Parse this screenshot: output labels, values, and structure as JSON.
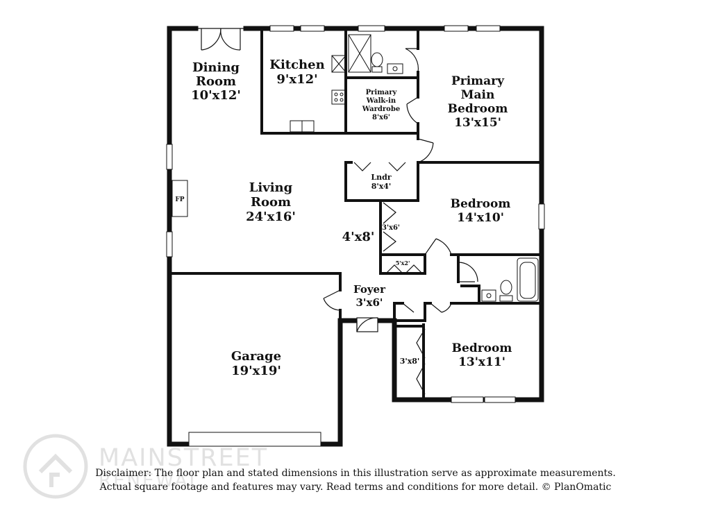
{
  "rooms": {
    "dining": {
      "line1": "Dining",
      "line2": "Room",
      "dims": "10'x12'"
    },
    "kitchen": {
      "name": "Kitchen",
      "dims": "9'x12'"
    },
    "walkin": {
      "line1": "Primary",
      "line2": "Walk-in",
      "line3": "Wardrobe",
      "dims": "8'x6'"
    },
    "primary": {
      "line1": "Primary",
      "line2": "Main",
      "line3": "Bedroom",
      "dims": "13'x15'"
    },
    "living": {
      "line1": "Living",
      "line2": "Room",
      "dims": "24'x16'"
    },
    "fireplace": {
      "label": "FP"
    },
    "laundry": {
      "name": "Lndr",
      "dims": "8'x4'"
    },
    "bedroom2": {
      "name": "Bedroom",
      "dims": "14'x10'"
    },
    "closet_bed2": {
      "dims": "3'x6'"
    },
    "hall": {
      "dims": "4'x8'"
    },
    "linen": {
      "dims": "5'x2'"
    },
    "foyer": {
      "name": "Foyer",
      "dims": "3'x6'"
    },
    "garage": {
      "name": "Garage",
      "dims": "19'x19'"
    },
    "bedroom3": {
      "name": "Bedroom",
      "dims": "13'x11'"
    },
    "closet_bed3": {
      "dims": "3'x8'"
    }
  },
  "disclaimer": {
    "line1": "Disclaimer: The floor plan and stated dimensions in this illustration serve as approximate measurements.",
    "line2": "Actual square footage and features may vary. Read terms and conditions for more detail. © PlanOmatic"
  },
  "watermark": {
    "name": "MAINSTREET",
    "sub": "RENEWAL"
  },
  "colors": {
    "wall": "#111111",
    "background": "#ffffff"
  }
}
